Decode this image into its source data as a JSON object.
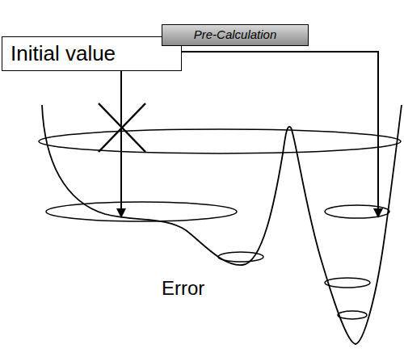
{
  "diagram": {
    "nodes": [
      {
        "text": [
          "Initial value"
        ]
      },
      {
        "text": [
          "Pre-Calculation"
        ]
      }
    ],
    "labels": [
      "Error"
    ]
  }
}
